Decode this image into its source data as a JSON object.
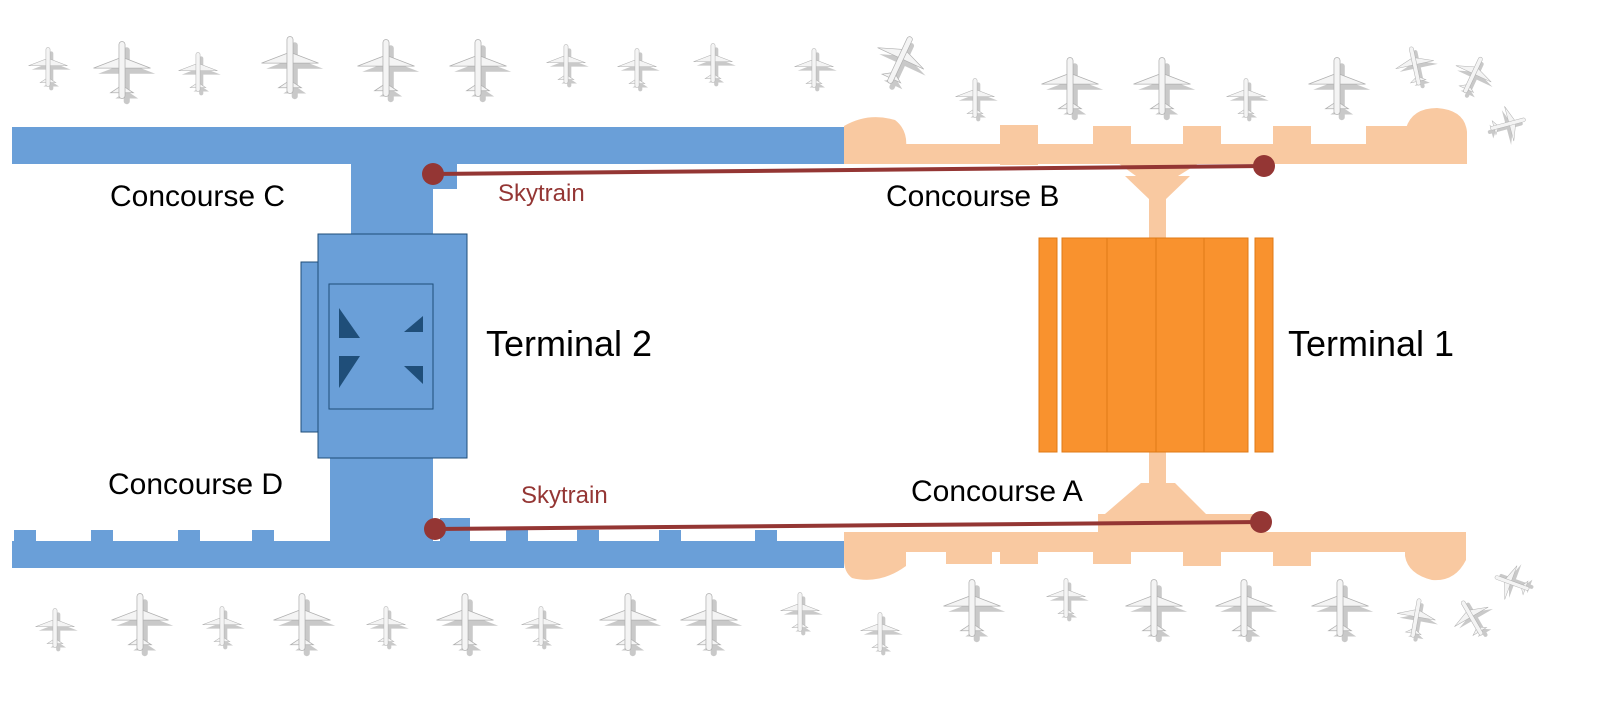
{
  "labels": {
    "concourse_c": "Concourse C",
    "concourse_d": "Concourse D",
    "concourse_b": "Concourse B",
    "concourse_a": "Concourse A",
    "terminal_2": "Terminal 2",
    "terminal_1": "Terminal 1",
    "skytrain_top": "Skytrain",
    "skytrain_bottom": "Skytrain"
  },
  "colors": {
    "terminal_2_blue": "#6a9fd8",
    "terminal_2_dark": "#1f4e79",
    "terminal_1_orange": "#f9922e",
    "concourse_peach": "#f9c9a1",
    "skytrain_red": "#943634",
    "plane_gray": "#9a9a9a"
  }
}
